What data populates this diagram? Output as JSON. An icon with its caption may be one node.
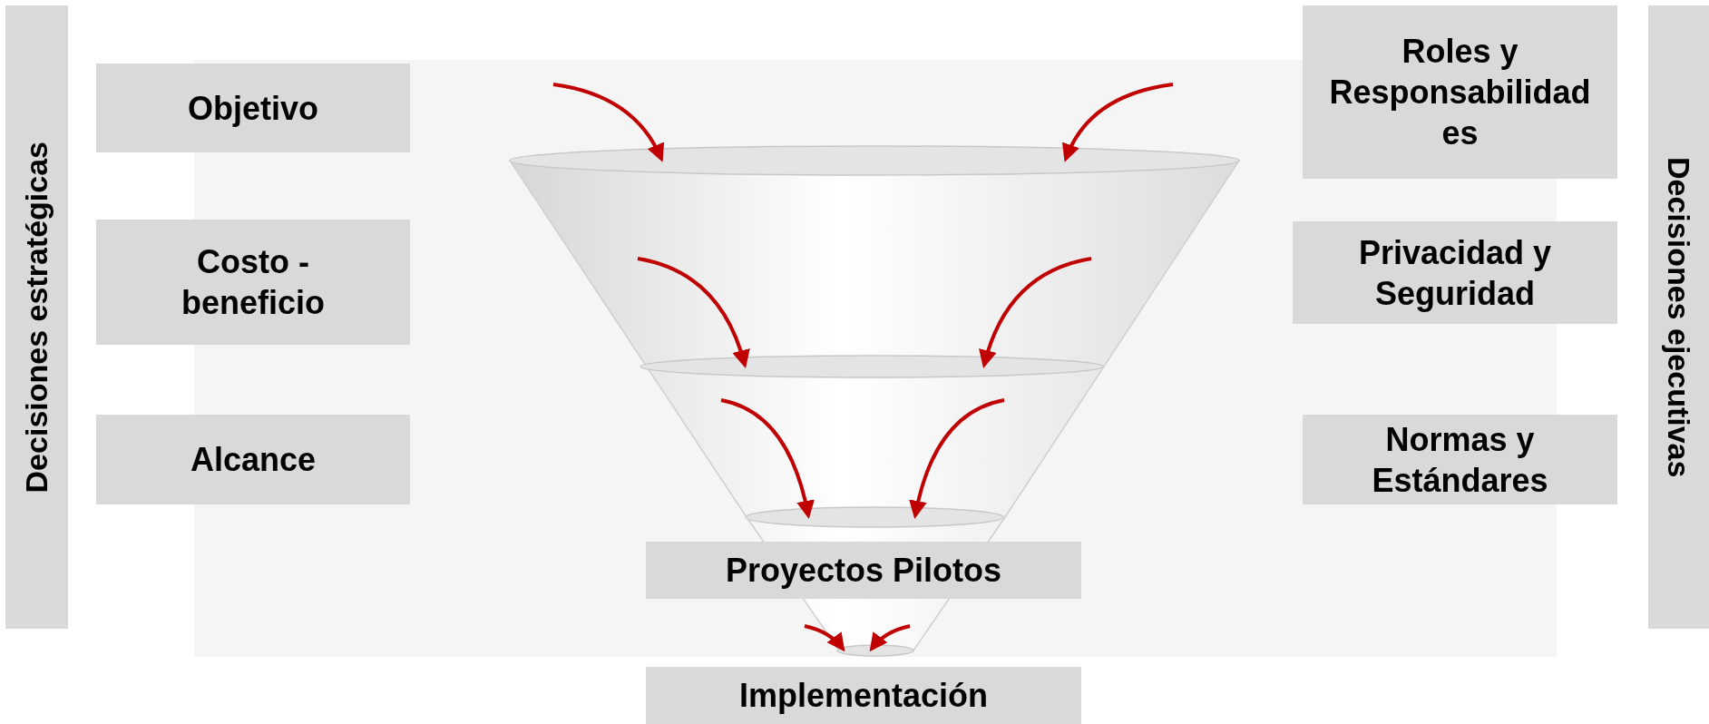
{
  "diagram": {
    "nodes": [
      {
        "text": [
          "Decisiones estratégicas"
        ]
      },
      {
        "text": [
          "Objetivo"
        ]
      },
      {
        "text": [
          "Costo - beneficio"
        ]
      },
      {
        "text": [
          "Alcance"
        ]
      },
      {
        "text": [],
        "shape": "ellipse"
      },
      {
        "text": [],
        "shape": "ellipse"
      },
      {
        "text": [],
        "shape": "ellipse"
      },
      {
        "text": [
          "Proyectos Pilotos"
        ]
      },
      {
        "text": [],
        "shape": "ellipse"
      },
      {
        "text": [
          "Implementación"
        ]
      },
      {
        "text": [
          "Roles y Responsabilidades"
        ]
      },
      {
        "text": [
          "Privacidad y Seguridad"
        ]
      },
      {
        "text": [
          "Normas y Estándares"
        ]
      },
      {
        "text": [
          "Decisiones ejecutivas"
        ]
      }
    ],
    "edges": [
      {
        "from": null,
        "to": 4,
        "arrow": "to"
      },
      {
        "from": null,
        "to": 4,
        "arrow": "to"
      },
      {
        "from": null,
        "to": 5,
        "arrow": "to"
      },
      {
        "from": null,
        "to": 5,
        "arrow": "to"
      },
      {
        "from": null,
        "to": 6,
        "arrow": "to"
      },
      {
        "from": null,
        "to": 6,
        "arrow": "to"
      },
      {
        "from": null,
        "to": 8,
        "arrow": "to"
      },
      {
        "from": null,
        "to": 8,
        "arrow": "to"
      }
    ]
  }
}
